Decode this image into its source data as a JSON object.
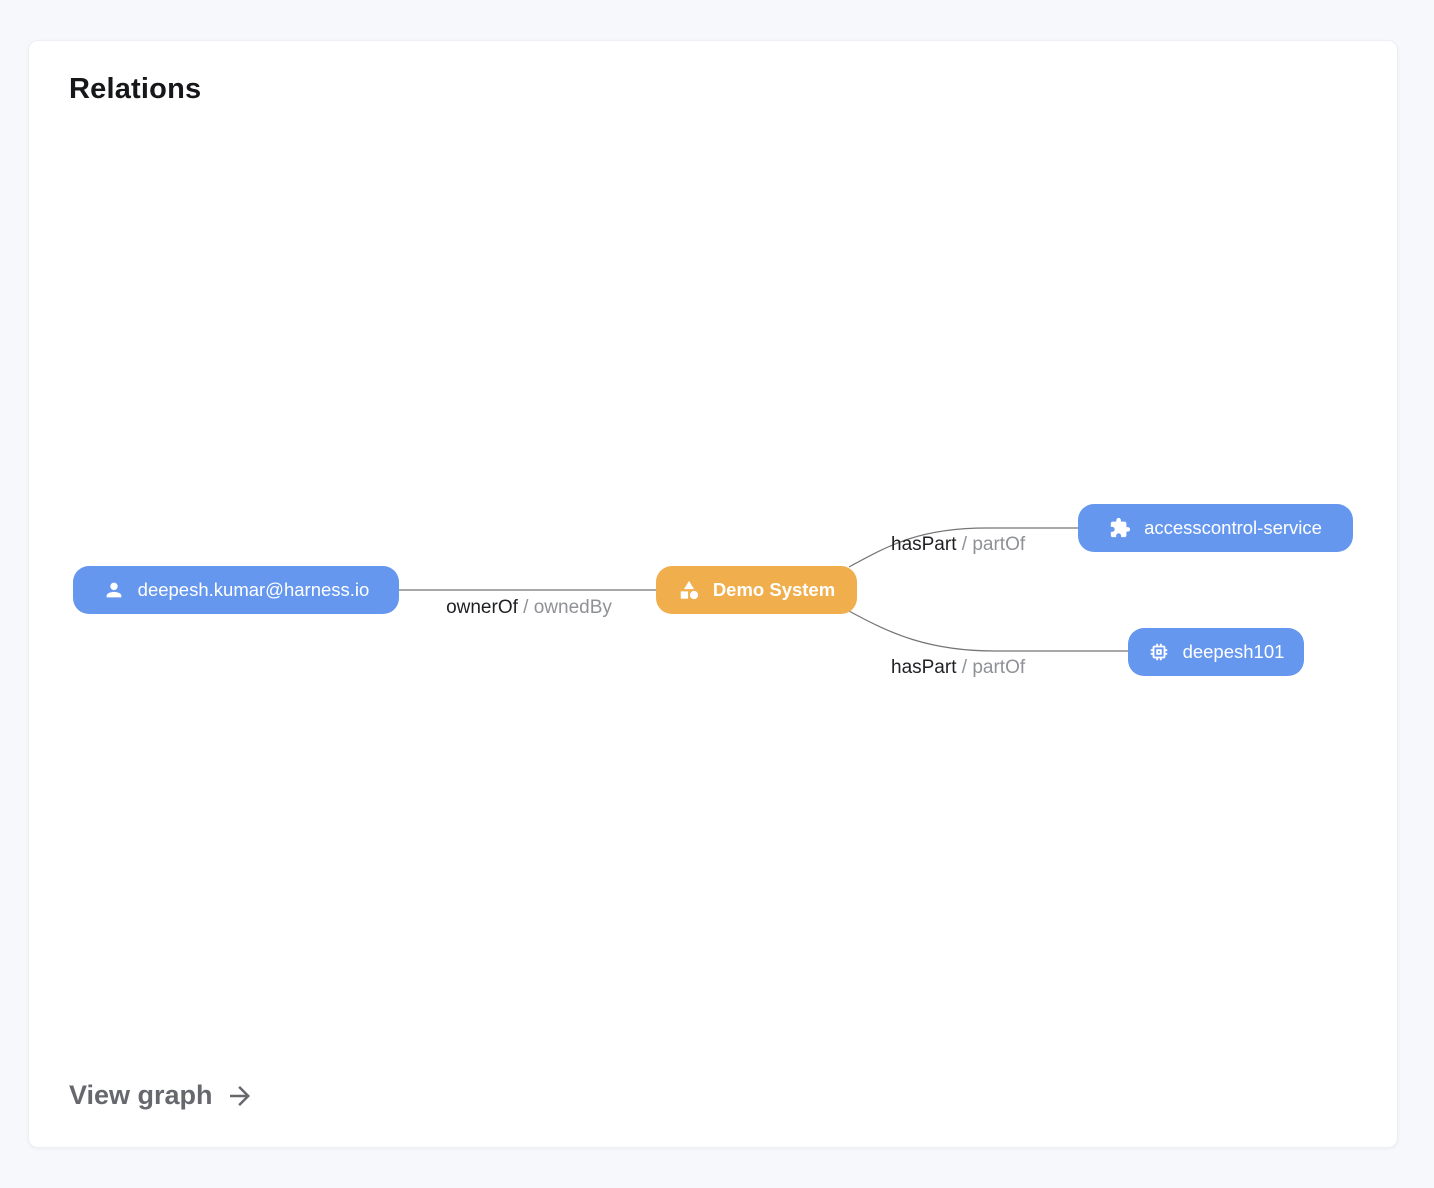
{
  "card": {
    "title": "Relations",
    "footer": {
      "label": "View graph",
      "arrow_icon": "arrow-right-icon"
    }
  },
  "colors": {
    "node_blue": "#6697ef",
    "node_orange": "#f0ae4c",
    "node_text": "#ffffff",
    "edge_stroke": "#757575",
    "label_dark": "#1f2023",
    "label_gray": "#8f9196",
    "footer_gray": "#66686d",
    "page_background": "#f7f8fc",
    "card_background": "#ffffff"
  },
  "graph": {
    "nodes": [
      {
        "id": "user",
        "label": "deepesh.kumar@harness.io",
        "icon": "person-icon",
        "color": "#6697ef"
      },
      {
        "id": "system",
        "label": "Demo System",
        "icon": "shapes-icon",
        "color": "#f0ae4c"
      },
      {
        "id": "service",
        "label": "accesscontrol-service",
        "icon": "puzzle-icon",
        "color": "#6697ef"
      },
      {
        "id": "component",
        "label": "deepesh101",
        "icon": "chip-icon",
        "color": "#6697ef"
      }
    ],
    "edges": [
      {
        "from": "user",
        "to": "system",
        "label_primary": "ownerOf",
        "label_secondary": "/ ownedBy"
      },
      {
        "from": "system",
        "to": "service",
        "label_primary": "hasPart",
        "label_secondary": "/ partOf"
      },
      {
        "from": "system",
        "to": "component",
        "label_primary": "hasPart",
        "label_secondary": "/ partOf"
      }
    ]
  }
}
